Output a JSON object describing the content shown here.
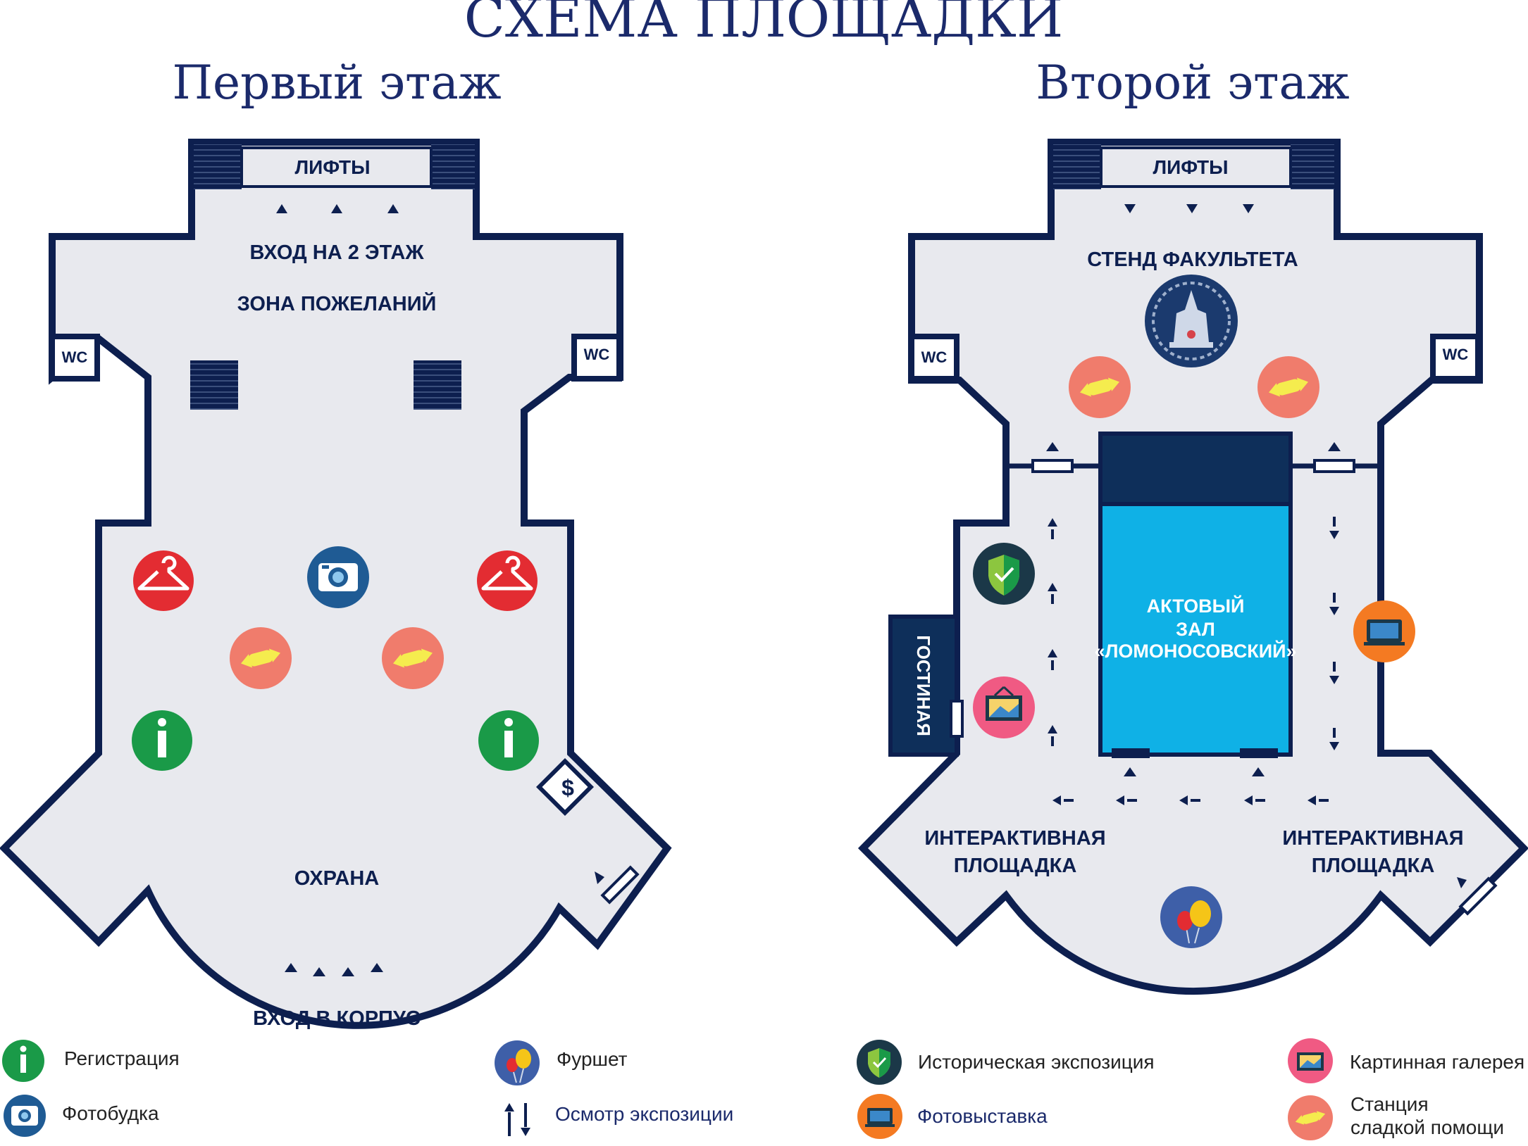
{
  "title": "СХЕМА ПЛОЩАДКИ",
  "colors": {
    "navy": "#0d1f4f",
    "floor": "#e8e9ee",
    "hall_blue": "#0fb1e6",
    "hall_dark": "#0e2f5a",
    "registration": "#1a9a48",
    "wardrobe": "#e32c32",
    "candy": "#f07c6c",
    "photobooth": "#1f5b94",
    "history": "#1b3848",
    "photoexpo": "#f47a22",
    "gallery": "#f05a83",
    "buffet": "#3e5fa8"
  },
  "floor1": {
    "heading": "Первый этаж",
    "lifts": "ЛИФТЫ",
    "entry_2floor": "ВХОД НА 2 ЭТАЖ",
    "wish_zone": "ЗОНА ПОЖЕЛАНИЙ",
    "wc_left": "WC",
    "wc_right": "WC",
    "security": "ОХРАНА",
    "cash": "$",
    "entrance": "ВХОД В КОРПУС",
    "icons": [
      "wardrobe-icon",
      "photobooth-icon",
      "wardrobe-icon",
      "candy-icon",
      "candy-icon",
      "registration-icon",
      "registration-icon"
    ]
  },
  "floor2": {
    "heading": "Второй этаж",
    "lifts": "ЛИФТЫ",
    "faculty_stand": "СТЕНД ФАКУЛЬТЕТА",
    "wc_left": "WC",
    "wc_right": "WC",
    "hall_line1": "АКТОВЫЙ",
    "hall_line2": "ЗАЛ",
    "hall_line3": "«ЛОМОНОСОВСКИЙ»",
    "lounge": "ГОСТИНАЯ",
    "interactive_left_1": "ИНТЕРАКТИВНАЯ",
    "interactive_left_2": "ПЛОЩАДКА",
    "interactive_right_1": "ИНТЕРАКТИВНАЯ",
    "interactive_right_2": "ПЛОЩАДКА",
    "icons": [
      "faculty-emblem-icon",
      "candy-icon",
      "candy-icon",
      "history-icon",
      "gallery-icon",
      "photoexpo-icon",
      "buffet-icon"
    ]
  },
  "legend": {
    "registration": "Регистрация",
    "photobooth": "Фотобудка",
    "buffet": "Фуршет",
    "tour": "Осмотр экспозиции",
    "history": "Историческая экспозиция",
    "photoexpo": "Фотовыставка",
    "gallery": "Картинная галерея",
    "candy_line1": "Станция",
    "candy_line2": "сладкой помощи"
  }
}
